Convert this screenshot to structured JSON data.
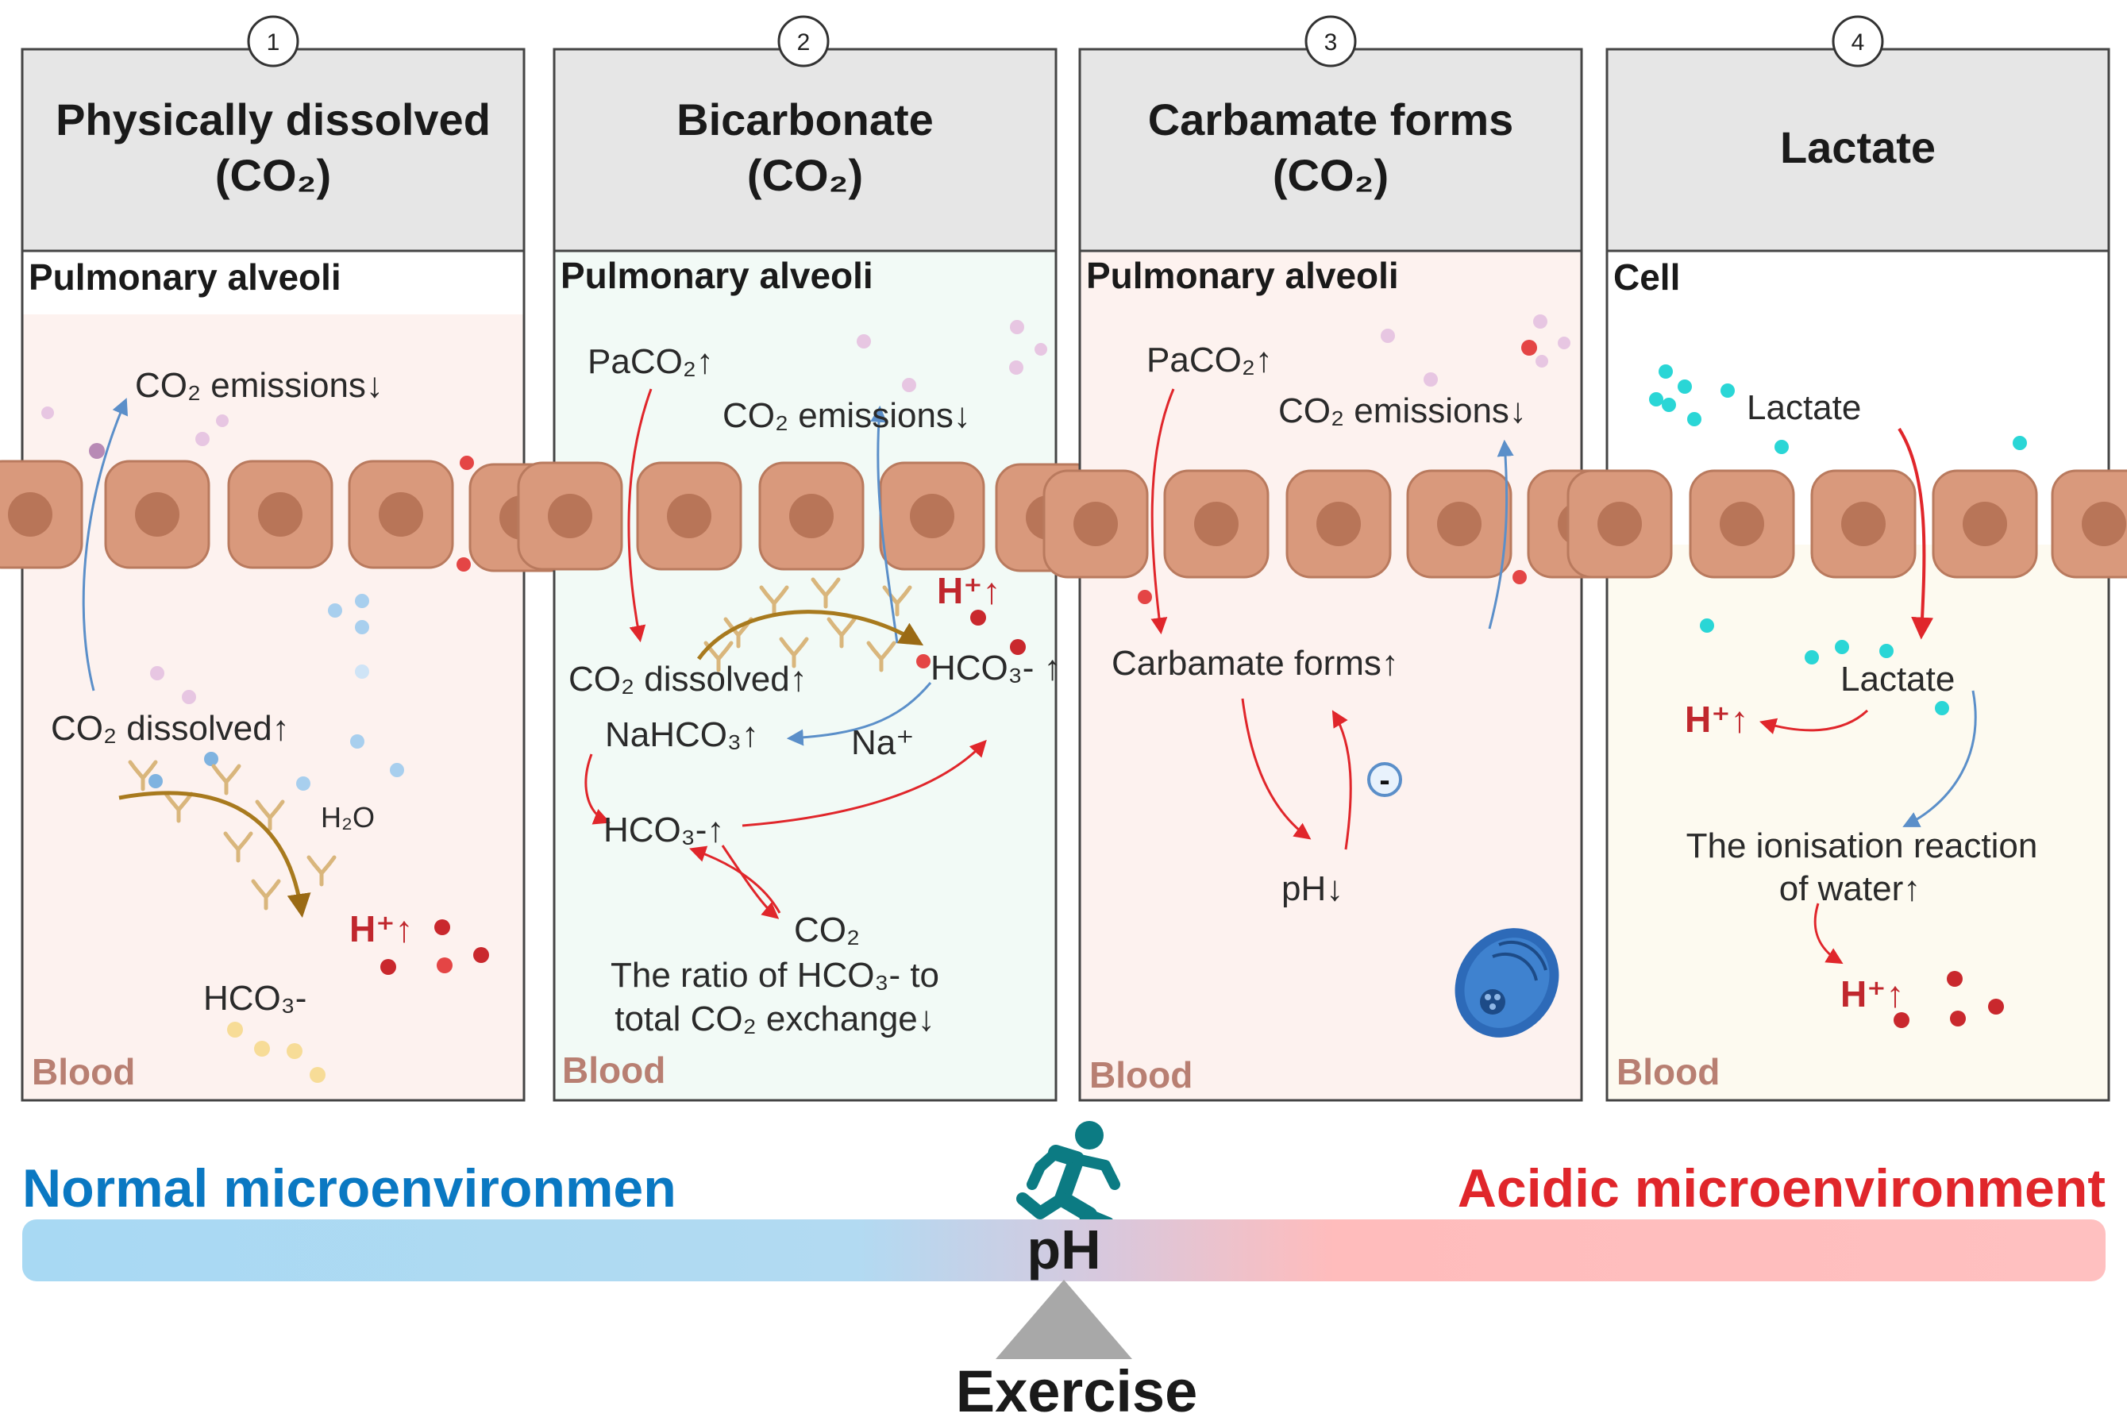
{
  "panels": [
    {
      "number": "1",
      "title_line1": "Physically dissolved",
      "title_line2": "(CO₂)",
      "section_label": "Pulmonary alveoli",
      "co2_emissions": "CO₂ emissions↓",
      "co2_dissolved": "CO₂ dissolved↑",
      "water": "H₂O",
      "h_plus": "H⁺↑",
      "hco3": "HCO₃-",
      "blood_label": "Blood"
    },
    {
      "number": "2",
      "title_line1": "Bicarbonate",
      "title_line2": "(CO₂)",
      "section_label": "Pulmonary alveoli",
      "paco2": "PaCO₂↑",
      "co2_emissions": "CO₂ emissions↓",
      "h_plus": "H⁺↑",
      "co2_dissolved": "CO₂ dissolved↑",
      "hco3_up": "HCO₃- ↑",
      "nahco3": "NaHCO₃↑",
      "na_plus": "Na⁺",
      "hco3_up2": "HCO₃-↑",
      "co2": "CO₂",
      "ratio_line1": "The ratio of HCO₃- to",
      "ratio_line2": "total CO₂ exchange↓",
      "blood_label": "Blood"
    },
    {
      "number": "3",
      "title_line1": "Carbamate forms",
      "title_line2": "(CO₂)",
      "section_label": "Pulmonary alveoli",
      "paco2": "PaCO₂↑",
      "co2_emissions": "CO₂ emissions↓",
      "carbamate": "Carbamate forms↑",
      "minus": "-",
      "ph_down": "pH↓",
      "blood_label": "Blood"
    },
    {
      "number": "4",
      "title_line1": "Lactate",
      "section_label": "Cell",
      "lactate_top": "Lactate",
      "lactate_mid": "Lactate",
      "h_plus_1": "H⁺↑",
      "ionisation_line1": "The ionisation reaction",
      "ionisation_line2": "of water↑",
      "h_plus_2": "H⁺↑",
      "blood_label": "Blood"
    }
  ],
  "scale": {
    "left_label": "Normal microenvironmen",
    "right_label": "Acidic microenvironment",
    "center_label": "pH",
    "fulcrum_label": "Exercise"
  },
  "colors": {
    "normal": "#0a78c2",
    "acidic": "#e0262b",
    "bar_left": "#a8d9f3",
    "bar_right": "#ffbcbc",
    "runner": "#0c7b83",
    "fulcrum": "#a8a8a8"
  }
}
